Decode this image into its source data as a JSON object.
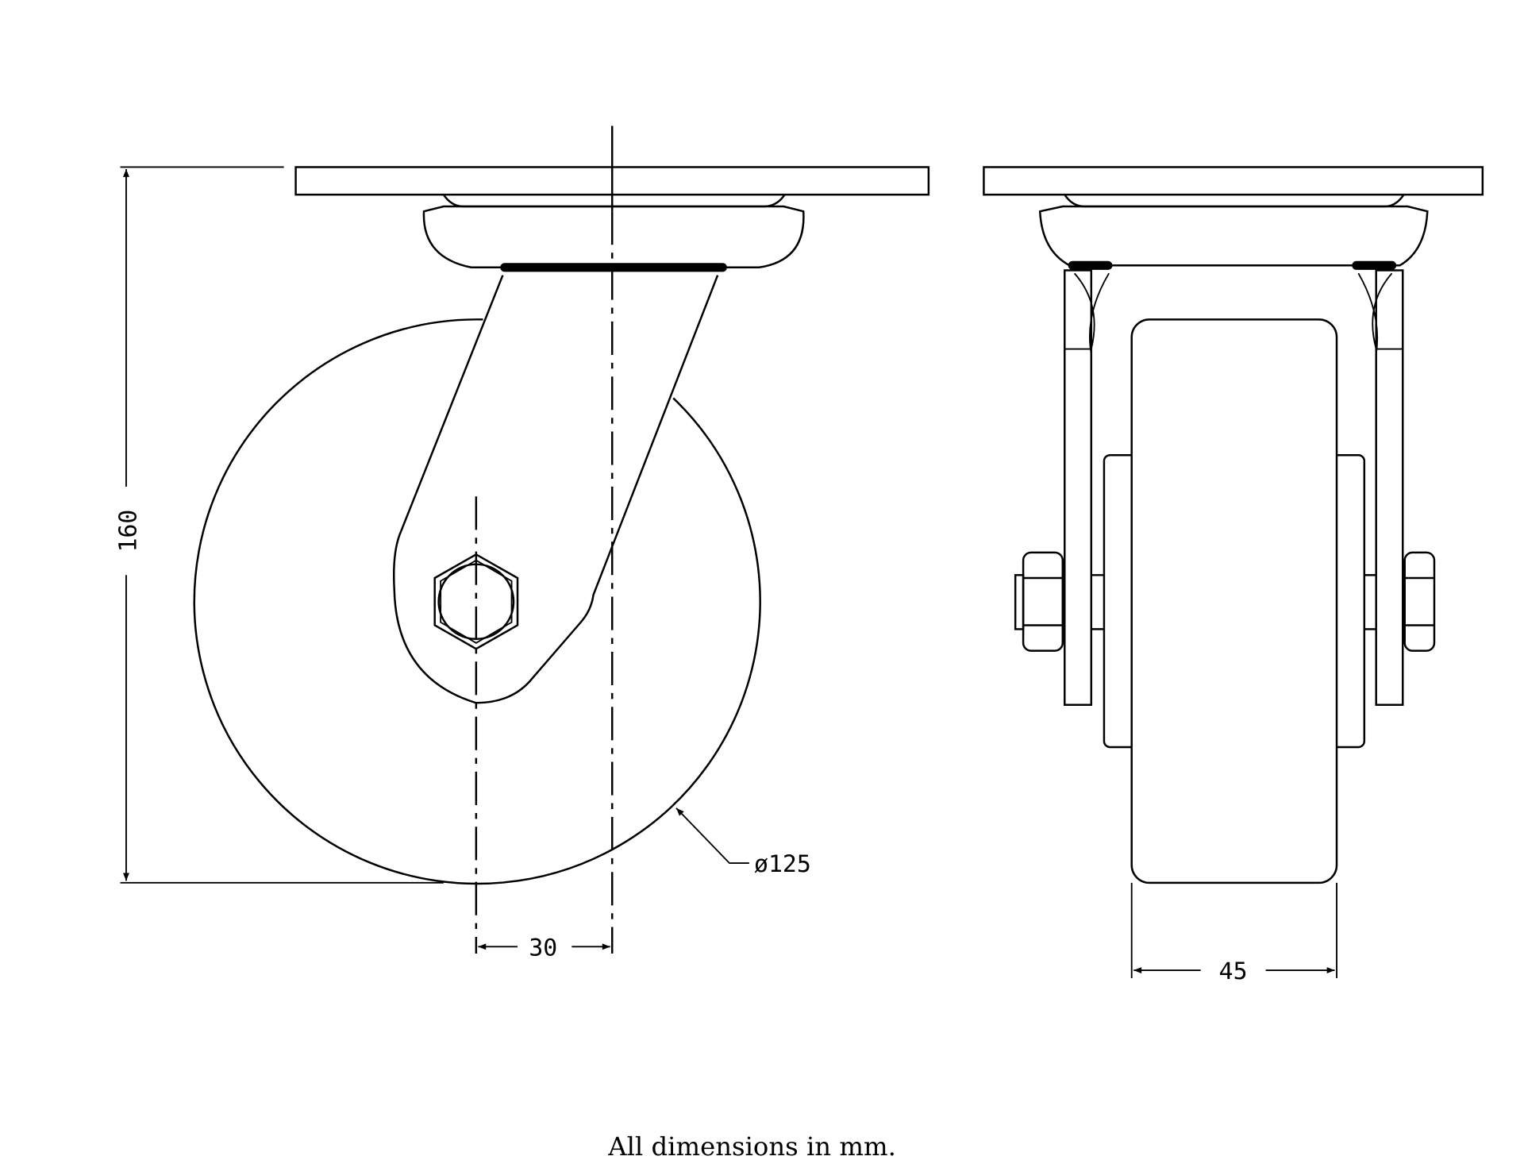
{
  "drawing": {
    "dimensions": {
      "height": "160",
      "wheel_diameter": "ø125",
      "swivel_offset": "30",
      "wheel_width": "45"
    },
    "note": "All dimensions in mm."
  }
}
